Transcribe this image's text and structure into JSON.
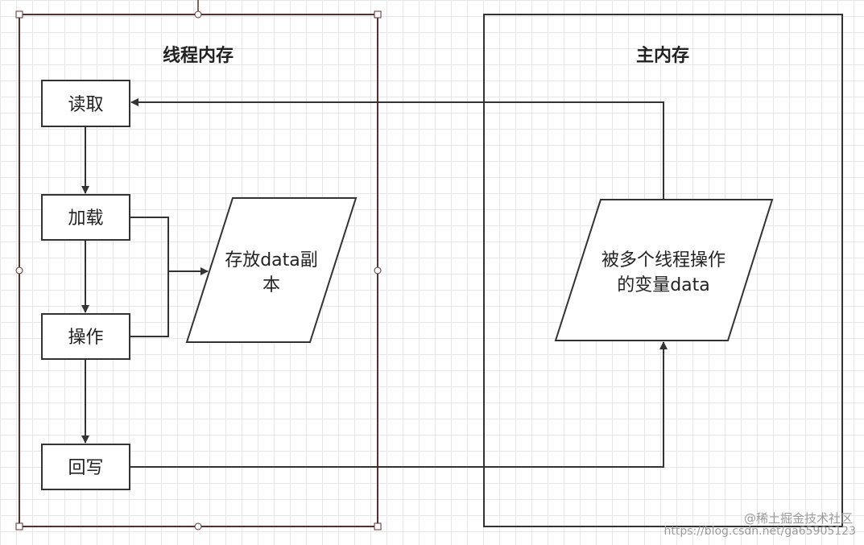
{
  "thread_memory": {
    "title": "线程内存",
    "steps": {
      "read": "读取",
      "load": "加载",
      "operate": "操作",
      "write_back": "回写"
    },
    "copy_store": {
      "line1": "存放data副",
      "line2": "本"
    }
  },
  "main_memory": {
    "title": "主内存",
    "shared_var": {
      "line1": "被多个线程操作",
      "line2": "的变量data"
    }
  },
  "watermark": {
    "line1": "@稀土掘金技术社区",
    "line2": "https://blog.csdn.net/ga65905123"
  },
  "colors": {
    "stroke": "#333333",
    "selection": "#5a2e2e"
  }
}
